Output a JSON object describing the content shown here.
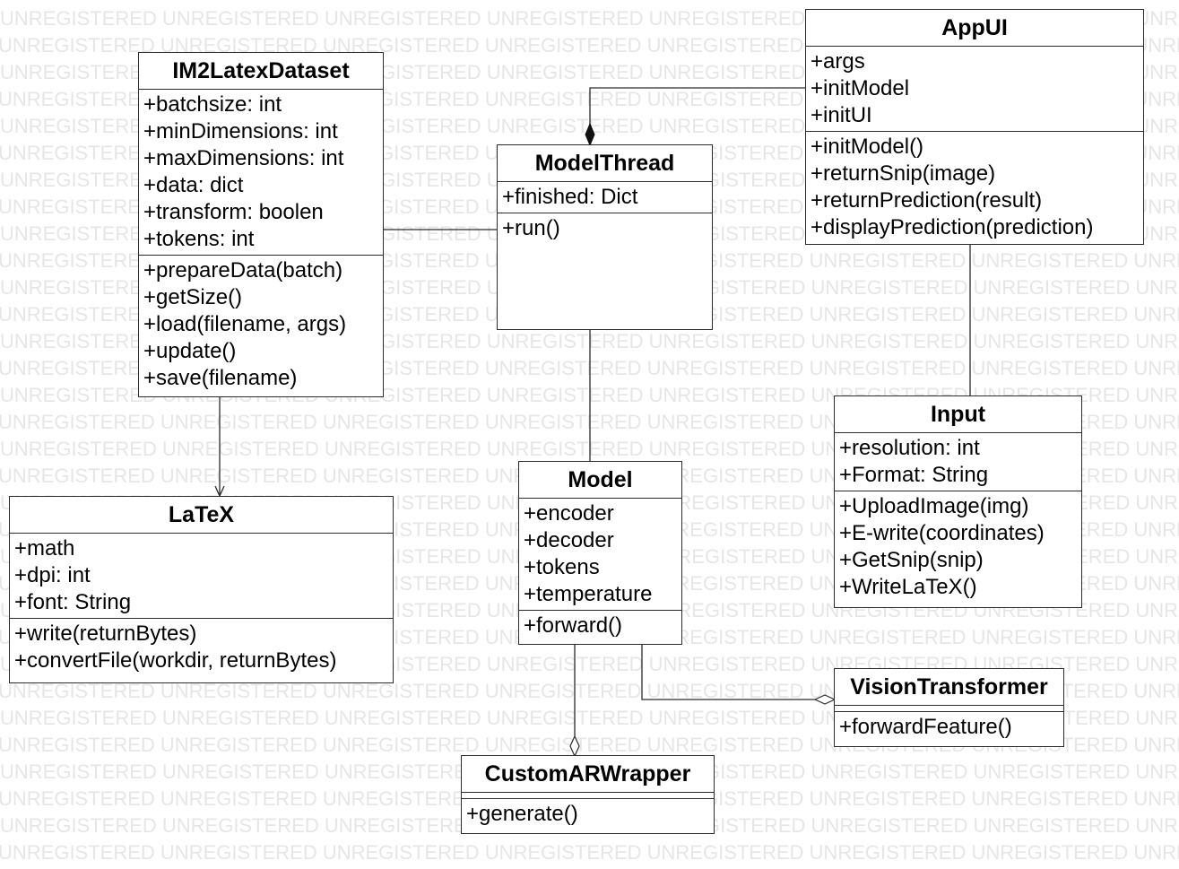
{
  "watermark": {
    "text": "UNREGISTERED"
  },
  "colors": {
    "line": "#2b2b2b",
    "background": "#ffffff",
    "watermark": "#e6e6e6"
  },
  "classes": {
    "im2latex": {
      "name": "IM2LatexDataset",
      "attributes": [
        "+batchsize: int",
        "+minDimensions: int",
        "+maxDimensions: int",
        "+data: dict",
        "+transform: boolen",
        "+tokens: int"
      ],
      "methods": [
        "+prepareData(batch)",
        "+getSize()",
        "+load(filename, args)",
        "+update()",
        "+save(filename)"
      ]
    },
    "modelthread": {
      "name": "ModelThread",
      "attributes": [
        "+finished: Dict"
      ],
      "methods": [
        "+run()"
      ]
    },
    "appui": {
      "name": "AppUI",
      "attributes": [
        "+args",
        "+initModel",
        "+initUI"
      ],
      "methods": [
        "+initModel()",
        "+returnSnip(image)",
        "+returnPrediction(result)",
        "+displayPrediction(prediction)"
      ]
    },
    "latex": {
      "name": "LaTeX",
      "attributes": [
        "+math",
        "+dpi: int",
        "+font: String"
      ],
      "methods": [
        "+write(returnBytes)",
        "+convertFile(workdir, returnBytes)"
      ]
    },
    "model": {
      "name": "Model",
      "attributes": [
        "+encoder",
        "+decoder",
        "+tokens",
        "+temperature"
      ],
      "methods": [
        "+forward()"
      ]
    },
    "input": {
      "name": "Input",
      "attributes": [
        "+resolution: int",
        "+Format: String"
      ],
      "methods": [
        "+UploadImage(img)",
        "+E-write(coordinates)",
        "+GetSnip(snip)",
        "+WriteLaTeX()"
      ]
    },
    "visiontransformer": {
      "name": "VisionTransformer",
      "attributes": [],
      "methods": [
        "+forwardFeature()"
      ]
    },
    "customarwrapper": {
      "name": "CustomARWrapper",
      "attributes": [],
      "methods": [
        "+generate()"
      ]
    }
  }
}
